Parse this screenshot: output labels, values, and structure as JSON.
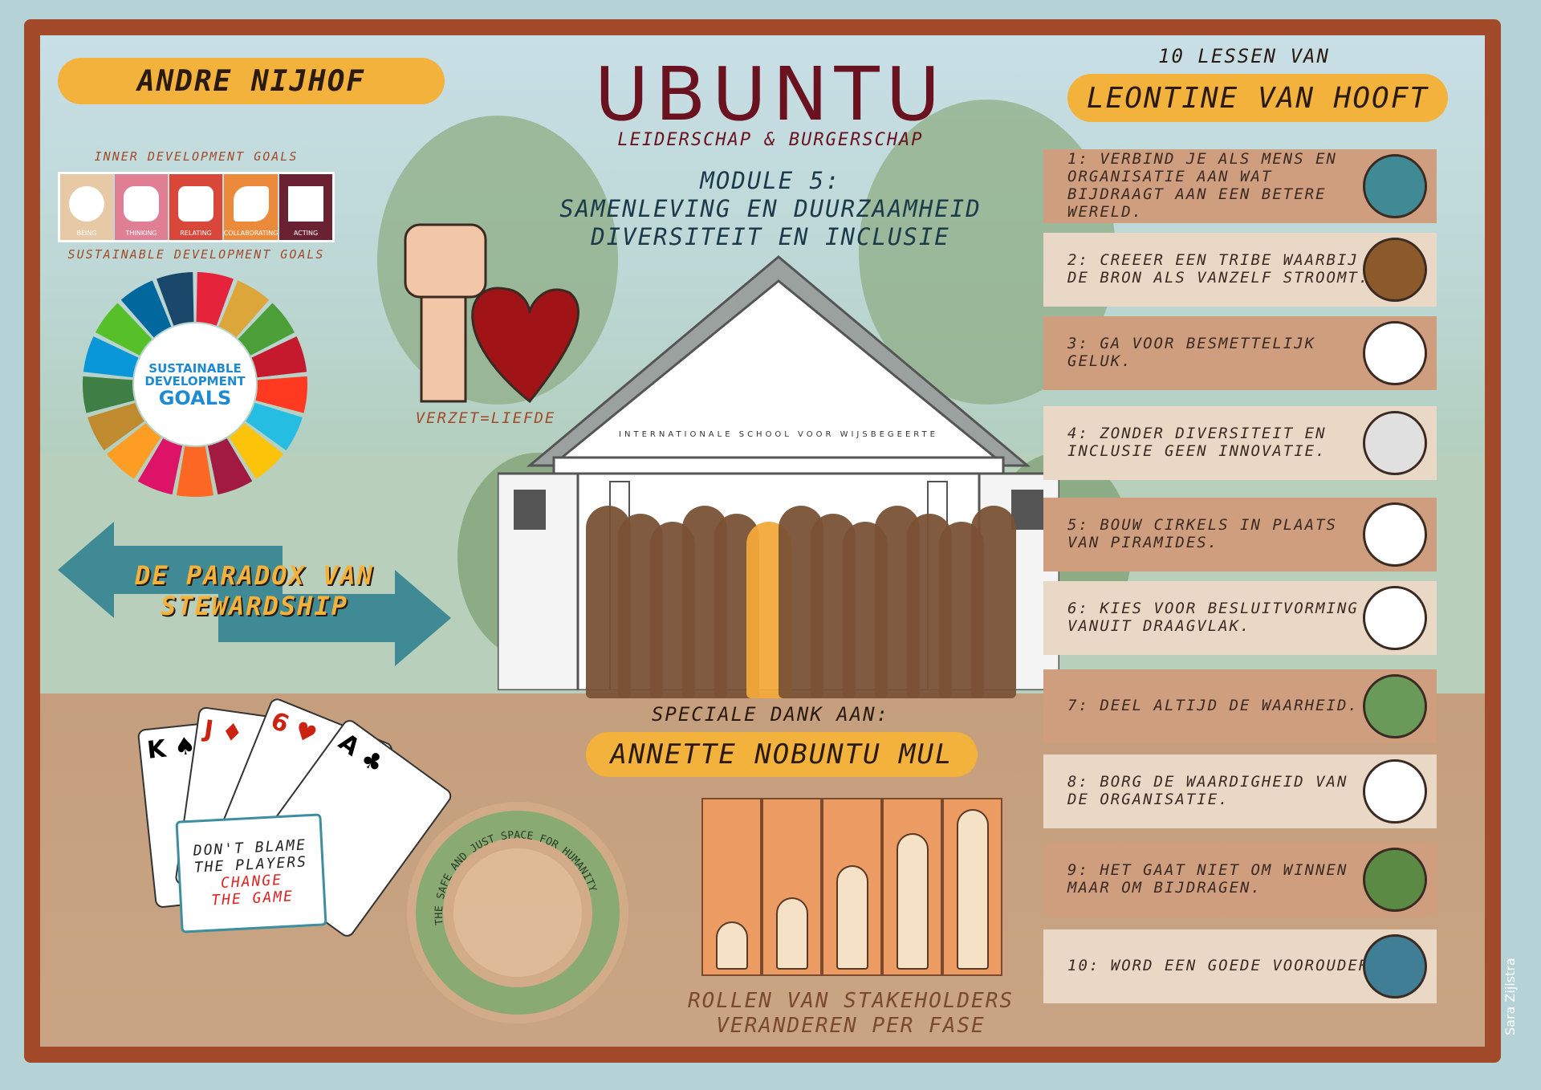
{
  "title": "UBUNTU",
  "subtitle": "LEIDERSCHAP & BURGERSCHAP",
  "module": {
    "line1": "MODULE 5:",
    "line2": "SAMENLEVING EN DUURZAAMHEID",
    "line3": "DIVERSITEIT EN INCLUSIE"
  },
  "left_name": "ANDRE NIJHOF",
  "idg": {
    "label": "INNER DEVELOPMENT GOALS",
    "items": [
      {
        "label": "BEING",
        "color": "#e8c9a6"
      },
      {
        "label": "THINKING",
        "color": "#e07f93"
      },
      {
        "label": "RELATING",
        "color": "#d8473a"
      },
      {
        "label": "COLLABORATING",
        "color": "#ec8a3c"
      },
      {
        "label": "ACTING",
        "color": "#6a2233"
      }
    ]
  },
  "sdg": {
    "label": "SUSTAINABLE DEVELOPMENT GOALS",
    "wheel_text": [
      "SUSTAINABLE",
      "DEVELOPMENT",
      "GOALS"
    ],
    "colors": [
      "#e5243b",
      "#dda63a",
      "#4c9f38",
      "#c5192d",
      "#ff3a21",
      "#26bde2",
      "#fcc30b",
      "#a21942",
      "#fd6925",
      "#dd1367",
      "#fd9d24",
      "#bf8b2e",
      "#3f7e44",
      "#0a97d9",
      "#56c02b",
      "#00689d",
      "#19486a"
    ]
  },
  "paradox": [
    "DE PARADOX VAN",
    "STEWARDSHIP"
  ],
  "fist_caption": "VERZET=LIEFDE",
  "building_sign": "INTERNATIONALE SCHOOL VOOR WIJSBEGEERTE",
  "thanks": {
    "label": "SPECIALE DANK AAN:",
    "name": "ANNETTE NOBUNTU MUL"
  },
  "cards_note": [
    "DON'T BLAME",
    "THE PLAYERS",
    "CHANGE",
    "THE GAME"
  ],
  "donut_text": "THE SAFE AND JUST SPACE FOR HUMANITY",
  "stakeholders_caption": [
    "ROLLEN VAN STAKEHOLDERS",
    "VERANDEREN PER FASE"
  ],
  "lessons_header": "10 LESSEN VAN",
  "lessons_author": "LEONTINE VAN HOOFT",
  "lessons": [
    {
      "text": "1: VERBIND JE ALS MENS EN ORGANISATIE AAN WAT BIJDRAAGT AAN EEN BETERE WERELD.",
      "icon": "globe-icon"
    },
    {
      "text": "2: CREEER EEN TRIBE WAARBIJ DE BRON ALS VANZELF STROOMT.",
      "icon": "water-jug-icon"
    },
    {
      "text": "3: GA VOOR BESMETTELIJK GELUK.",
      "icon": "smiling-faces-icon"
    },
    {
      "text": "4: ZONDER DIVERSITEIT EN INCLUSIE GEEN INNOVATIE.",
      "icon": "gears-icon"
    },
    {
      "text": "5: BOUW CIRKELS IN PLAATS VAN PIRAMIDES.",
      "icon": "circles-icon"
    },
    {
      "text": "6: KIES VOOR BESLUITVORMING VANUIT DRAAGVLAK.",
      "icon": "round-table-icon"
    },
    {
      "text": "7: DEEL ALTIJD DE WAARHEID.",
      "icon": "sharing-icon"
    },
    {
      "text": "8: BORG DE WAARDIGHEID VAN DE ORGANISATIE.",
      "icon": "diamond-icon"
    },
    {
      "text": "9: HET GAAT NIET OM WINNEN MAAR OM BIJDRAGEN.",
      "icon": "podium-icon"
    },
    {
      "text": "10: WORD EEN GOEDE VOOROUDER",
      "icon": "nesting-dolls-icon"
    }
  ],
  "signature": "Sara Zijlstra"
}
